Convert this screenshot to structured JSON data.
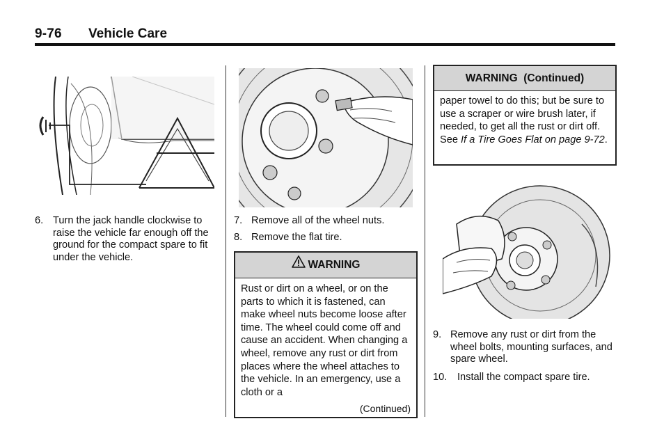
{
  "header": {
    "page_number": "9-76",
    "section_title": "Vehicle Care"
  },
  "column1": {
    "illustration_icon": "jack-raising-vehicle-illustration",
    "step": {
      "number": "6.",
      "text": "Turn the jack handle clockwise to raise the vehicle far enough off the ground for the compact spare to fit under the vehicle."
    }
  },
  "column2": {
    "illustration_icon": "wheel-nut-removal-illustration",
    "steps": [
      {
        "number": "7.",
        "text": "Remove all of the wheel nuts."
      },
      {
        "number": "8.",
        "text": "Remove the flat tire."
      }
    ],
    "warning": {
      "icon": "warning-triangle-icon",
      "title": "WARNING",
      "body": "Rust or dirt on a wheel, or on the parts to which it is fastened, can make wheel nuts become loose after time. The wheel could come off and cause an accident. When changing a wheel, remove any rust or dirt from places where the wheel attaches to the vehicle. In an emergency, use a cloth or a",
      "continued_label": "(Continued)"
    }
  },
  "column3": {
    "warning_continued": {
      "title": "WARNING  (Continued)",
      "body_plain": "paper towel to do this; but be sure to use a scraper or wire brush later, if needed, to get all the rust or dirt off. See ",
      "body_link": "If a Tire Goes Flat on page 9-72",
      "body_end": "."
    },
    "illustration_icon": "cleaning-wheel-hub-illustration",
    "steps": [
      {
        "number": "9.",
        "text": "Remove any rust or dirt from the wheel bolts, mounting surfaces, and spare wheel."
      },
      {
        "number": "10.",
        "text": "Install the compact spare tire."
      }
    ]
  }
}
